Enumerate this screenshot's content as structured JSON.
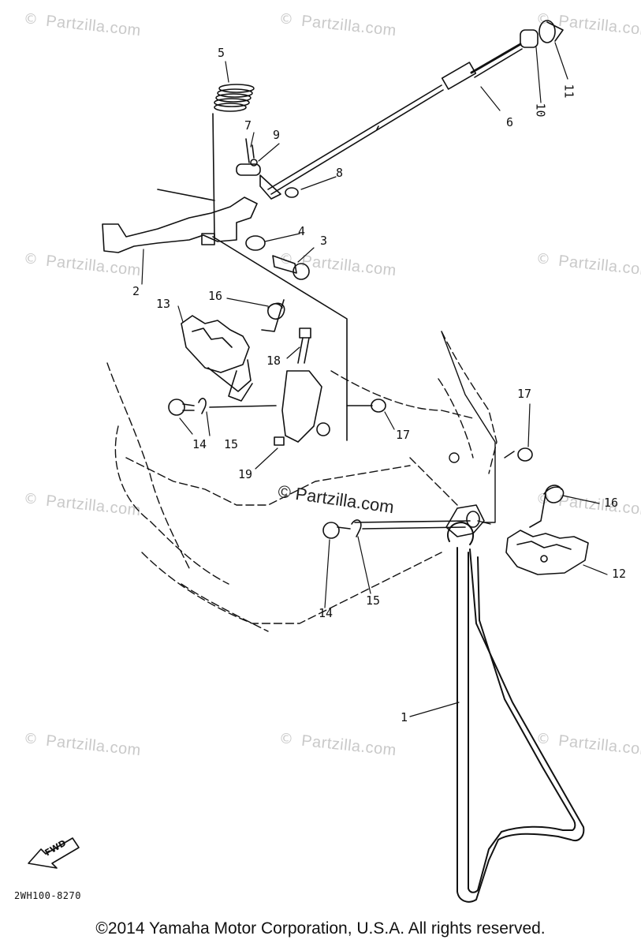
{
  "watermark": {
    "text": "Partzilla.com",
    "symbol": "©",
    "center_text": "© Partzilla.com"
  },
  "callouts": {
    "c1": "1",
    "c2": "2",
    "c3": "3",
    "c4": "4",
    "c5": "5",
    "c6": "6",
    "c7": "7",
    "c8": "8",
    "c9": "9",
    "c10": "10",
    "c11": "11",
    "c12": "12",
    "c13": "13",
    "c14a": "14",
    "c14b": "14",
    "c15a": "15",
    "c15b": "15",
    "c16a": "16",
    "c16b": "16",
    "c17a": "17",
    "c17b": "17",
    "c18": "18",
    "c19": "19"
  },
  "fwd_indicator": {
    "label": "FWD"
  },
  "part_code": "2WH100-8270",
  "copyright": "©2014  Yamaha Motor Corporation, U.S.A. All rights reserved."
}
